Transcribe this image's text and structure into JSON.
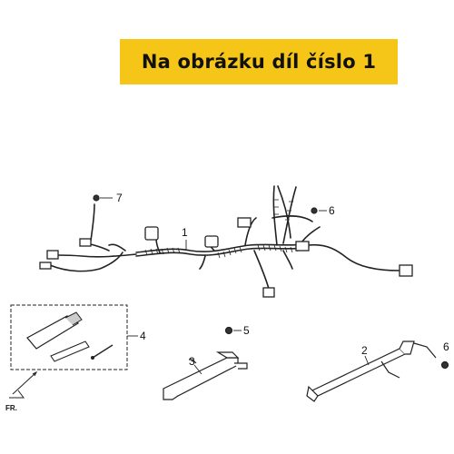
{
  "banner": {
    "text": "Na obrázku díl číslo 1"
  },
  "callouts": {
    "c1": "1",
    "c2": "2",
    "c3": "3",
    "c4": "4",
    "c5": "5",
    "c6a": "6",
    "c6b": "6",
    "c7": "7"
  },
  "direction_label": "FR.",
  "colors": {
    "banner": "#f5c518",
    "lines": "#222222"
  }
}
